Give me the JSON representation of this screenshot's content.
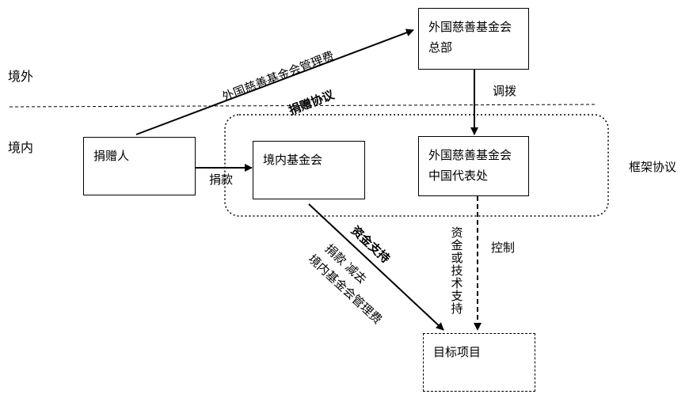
{
  "regions": {
    "abroad": "境外",
    "domestic": "境内"
  },
  "nodes": {
    "hq": "外国慈善基金会总部",
    "donor": "捐赠人",
    "domestic_foundation": "境内基金会",
    "rep_office": "外国慈善基金会中国代表处",
    "target": "目标项目"
  },
  "labels": {
    "mgmt_fee": "外国慈善基金会管理费",
    "donation_agreement": "捐赠协议",
    "allocate": "调拨",
    "donation": "捐款",
    "framework_agreement": "框架协议",
    "fund_support": "资金支持",
    "donation_minus": "捐款 减去",
    "domestic_mgmt_fee": "境内基金会管理费",
    "fund_or_tech": "资金或技术支持",
    "control": "控制"
  },
  "colors": {
    "line": "#000000",
    "background": "#ffffff"
  }
}
